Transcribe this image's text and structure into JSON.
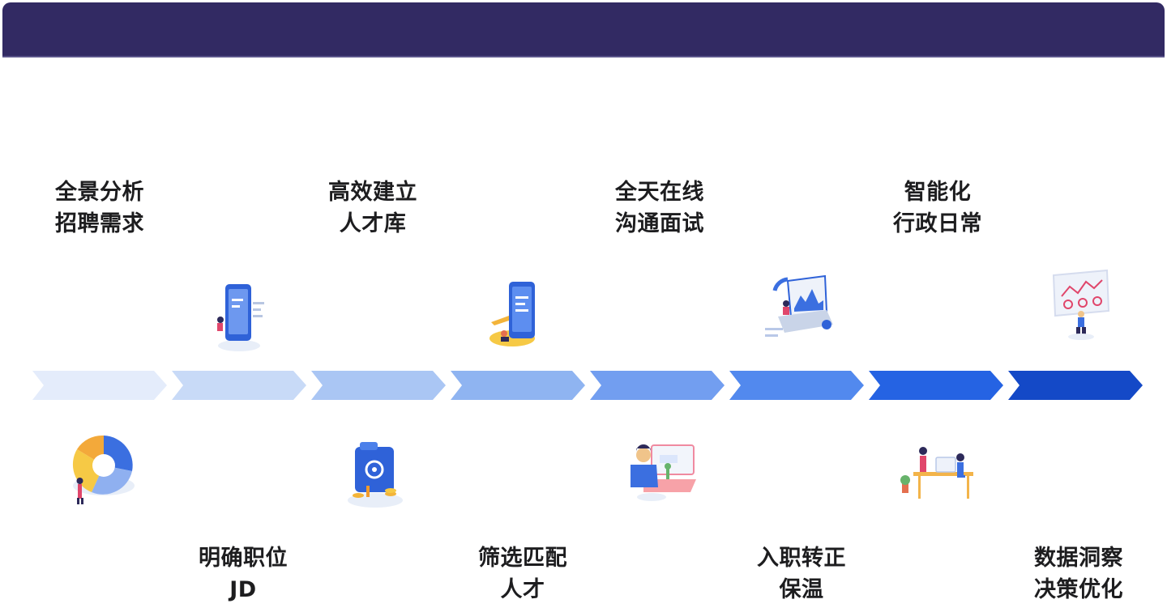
{
  "steps": [
    {
      "id": "analysis",
      "line1": "全景分析",
      "line2": "招聘需求",
      "position": "top",
      "icon": "pie-chart-person-icon"
    },
    {
      "id": "jd",
      "line1": "明确职位",
      "line2": "JD",
      "position": "bottom",
      "icon": "phone-document-icon"
    },
    {
      "id": "talent-pool",
      "line1": "高效建立",
      "line2": "人才库",
      "position": "top",
      "icon": "folder-coins-icon"
    },
    {
      "id": "screening",
      "line1": "筛选匹配",
      "line2": "人才",
      "position": "bottom",
      "icon": "phone-person-icon"
    },
    {
      "id": "interview",
      "line1": "全天在线",
      "line2": "沟通面试",
      "position": "top",
      "icon": "video-call-person-icon"
    },
    {
      "id": "onboarding",
      "line1": "入职转正",
      "line2": "保温",
      "position": "bottom",
      "icon": "laptop-chart-icon"
    },
    {
      "id": "admin",
      "line1": "智能化",
      "line2": "行政日常",
      "position": "top",
      "icon": "office-desk-people-icon"
    },
    {
      "id": "insight",
      "line1": "数据洞察",
      "line2": "决策优化",
      "position": "bottom",
      "icon": "dashboard-person-icon"
    }
  ],
  "arrow_colors": [
    "#e4ecfb",
    "#c8daf7",
    "#aac6f4",
    "#8fb4f1",
    "#729ef0",
    "#5289ee",
    "#2563e3",
    "#1449c7"
  ],
  "header_color": "#322a63"
}
